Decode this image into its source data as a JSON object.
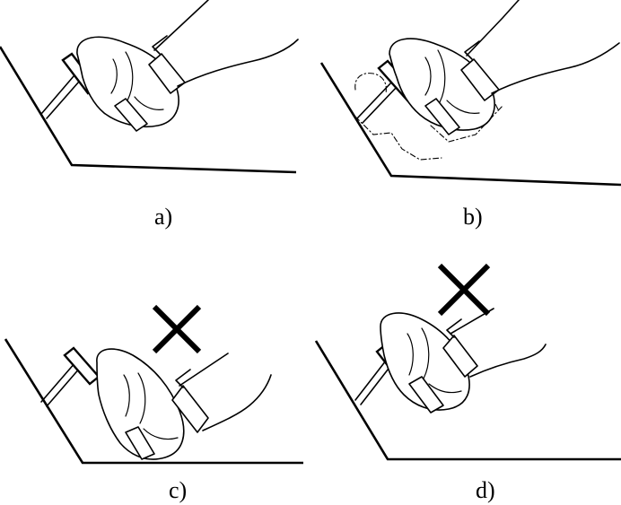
{
  "panels": [
    {
      "id": "a",
      "caption": "a)",
      "marked_wrong": false
    },
    {
      "id": "b",
      "caption": "b)",
      "marked_wrong": false
    },
    {
      "id": "c",
      "caption": "c)",
      "marked_wrong": true
    },
    {
      "id": "d",
      "caption": "d)",
      "marked_wrong": true
    }
  ],
  "colors": {
    "ink": "#000000",
    "background": "#ffffff"
  }
}
